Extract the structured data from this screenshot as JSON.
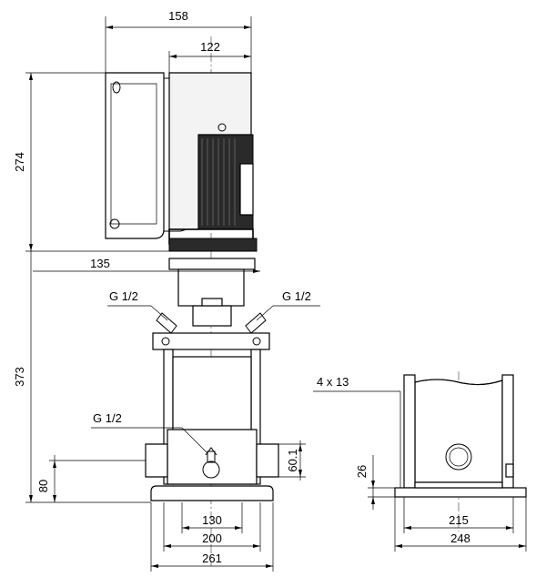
{
  "dimensions": {
    "motor_width_overall": "158",
    "motor_width": "122",
    "motor_height": "274",
    "motor_offset": "135",
    "pump_height": "373",
    "port_height": "80",
    "port_offset": "60.1",
    "base_inner": "130",
    "base_mid": "200",
    "base_outer": "261",
    "side_base_inner": "215",
    "side_base_outer": "248",
    "side_base_height": "26"
  },
  "labels": {
    "vent_left": "G 1/2",
    "vent_right": "G 1/2",
    "drain": "G 1/2",
    "holes": "4  x  13"
  },
  "colors": {
    "line": "#000000",
    "motor_dark": "#2a2a2a",
    "housing_fill": "#f3f3f3"
  }
}
